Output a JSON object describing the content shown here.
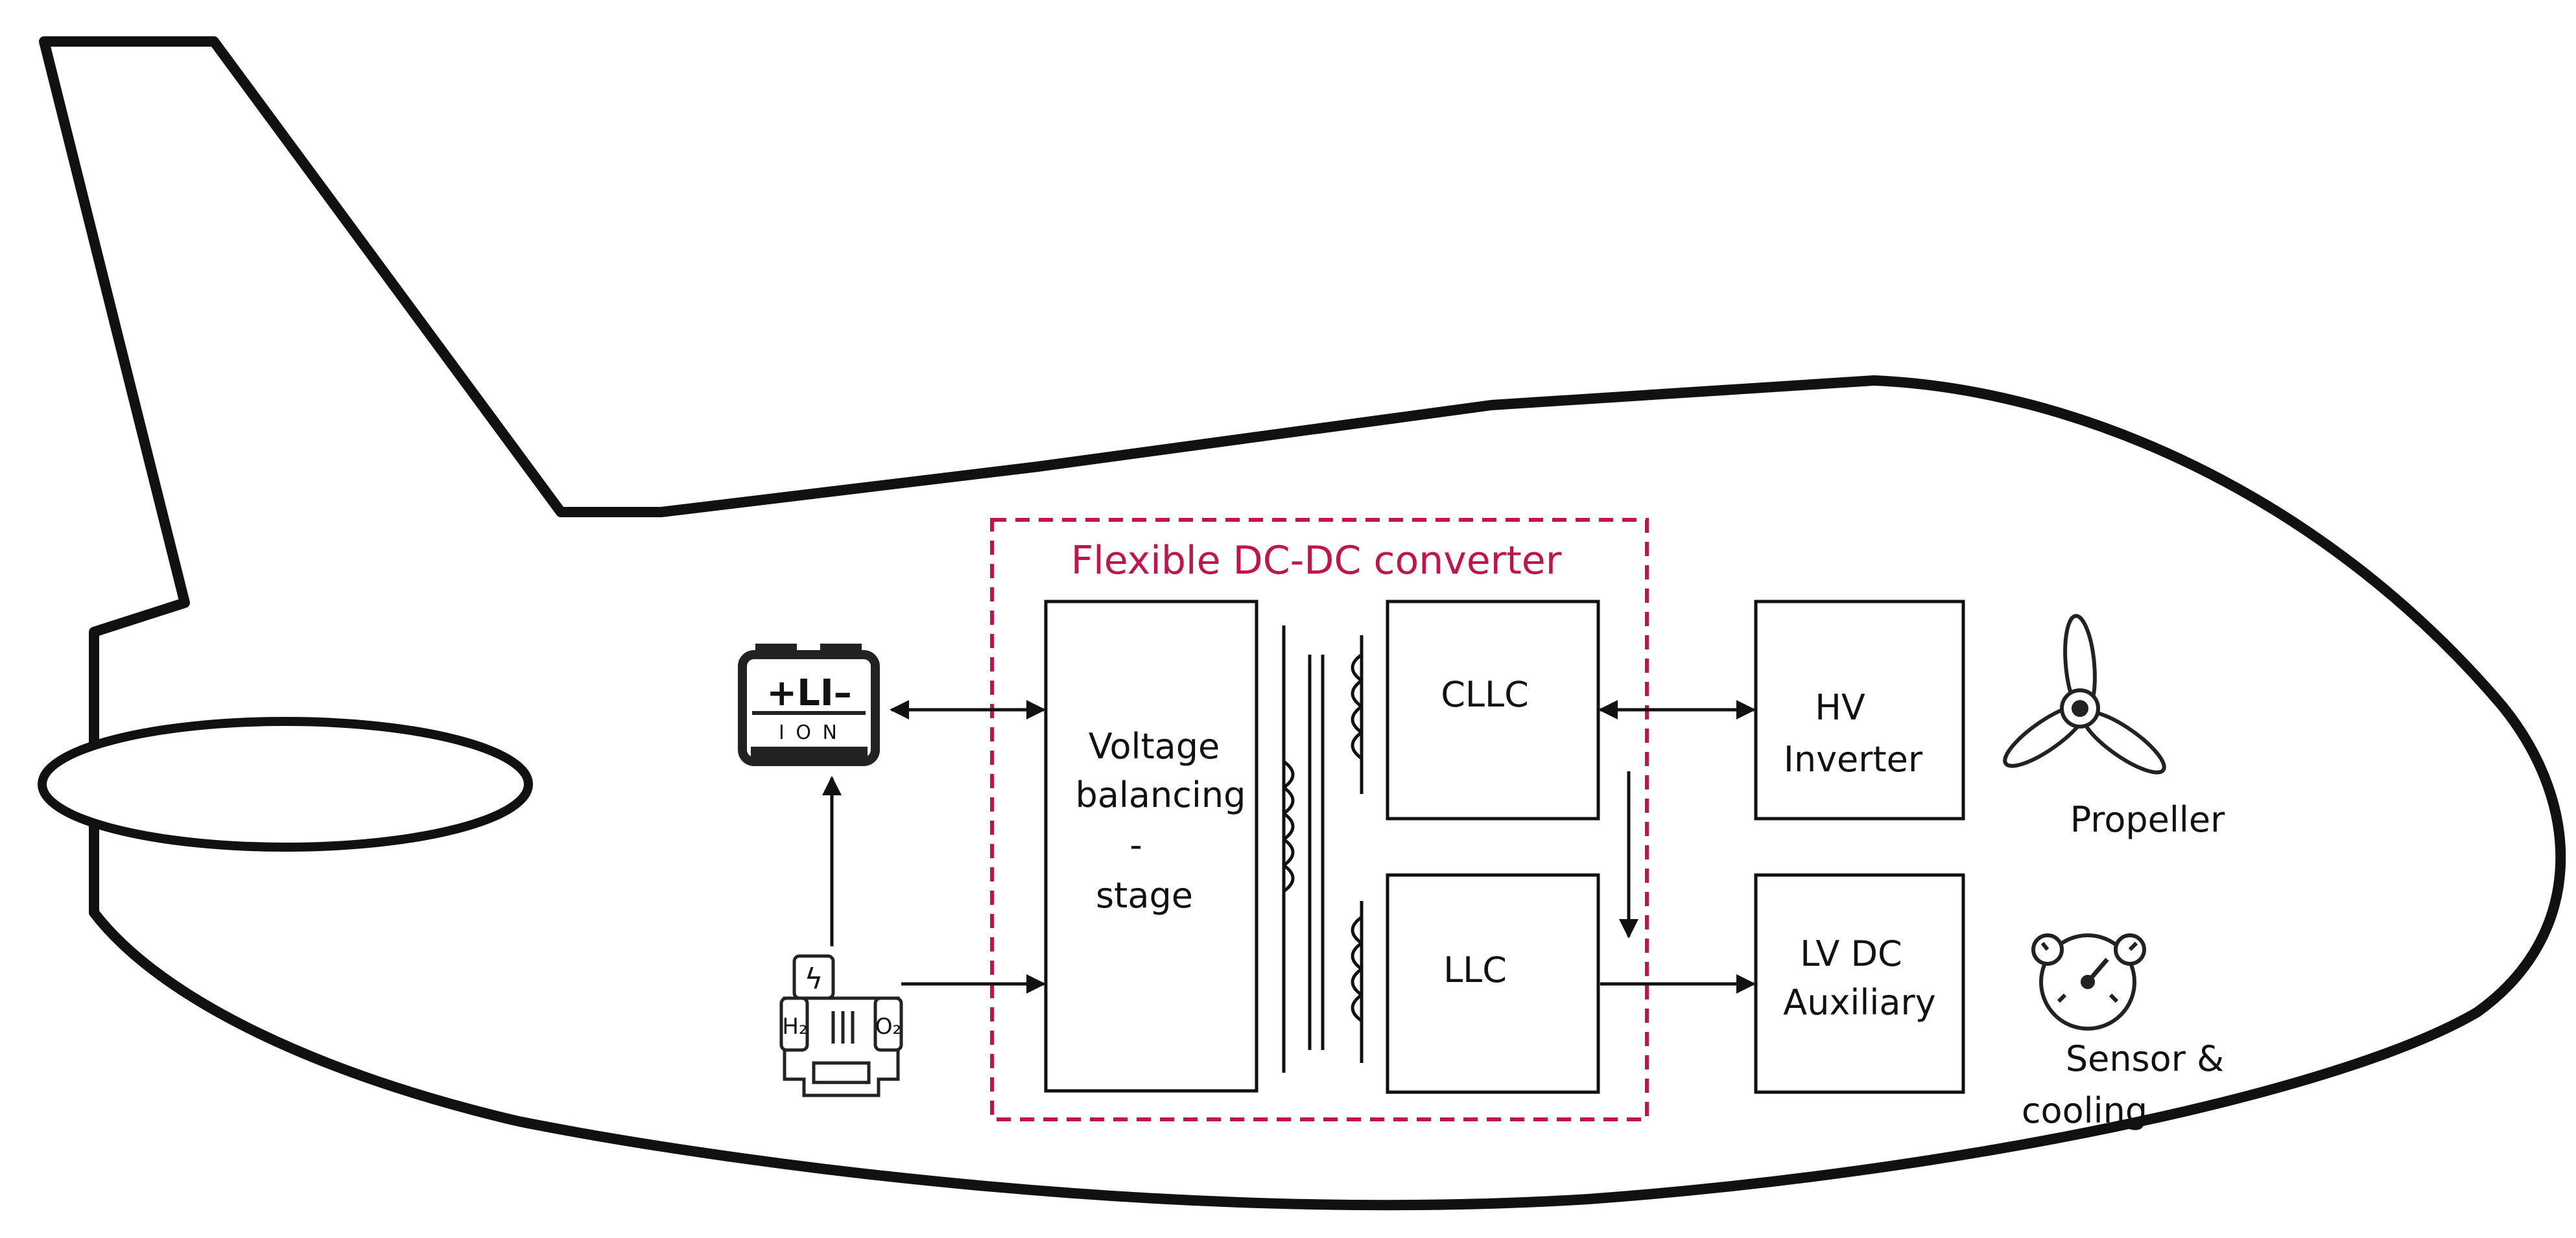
{
  "diagram": {
    "converter_title": "Flexible DC-DC converter",
    "blocks": {
      "voltage_balancing": [
        "Voltage",
        "balancing",
        "-",
        "stage"
      ],
      "cllc": "CLLC",
      "llc": "LLC",
      "hv_inverter": [
        "HV",
        "Inverter"
      ],
      "lv_dc_auxiliary": [
        "LV DC",
        "Auxiliary"
      ]
    },
    "battery_icon": {
      "top_text": "+LI–",
      "bottom_text": "I O N"
    },
    "fuel_cell_icon": {
      "left_text": "H₂",
      "right_text": "O₂",
      "center_symbol": "ϟ"
    },
    "loads": {
      "propeller": "Propeller",
      "sensor_cooling": [
        "Sensor &",
        "cooling"
      ]
    },
    "colors": {
      "accent": "#c0144b",
      "line": "#111111"
    }
  }
}
